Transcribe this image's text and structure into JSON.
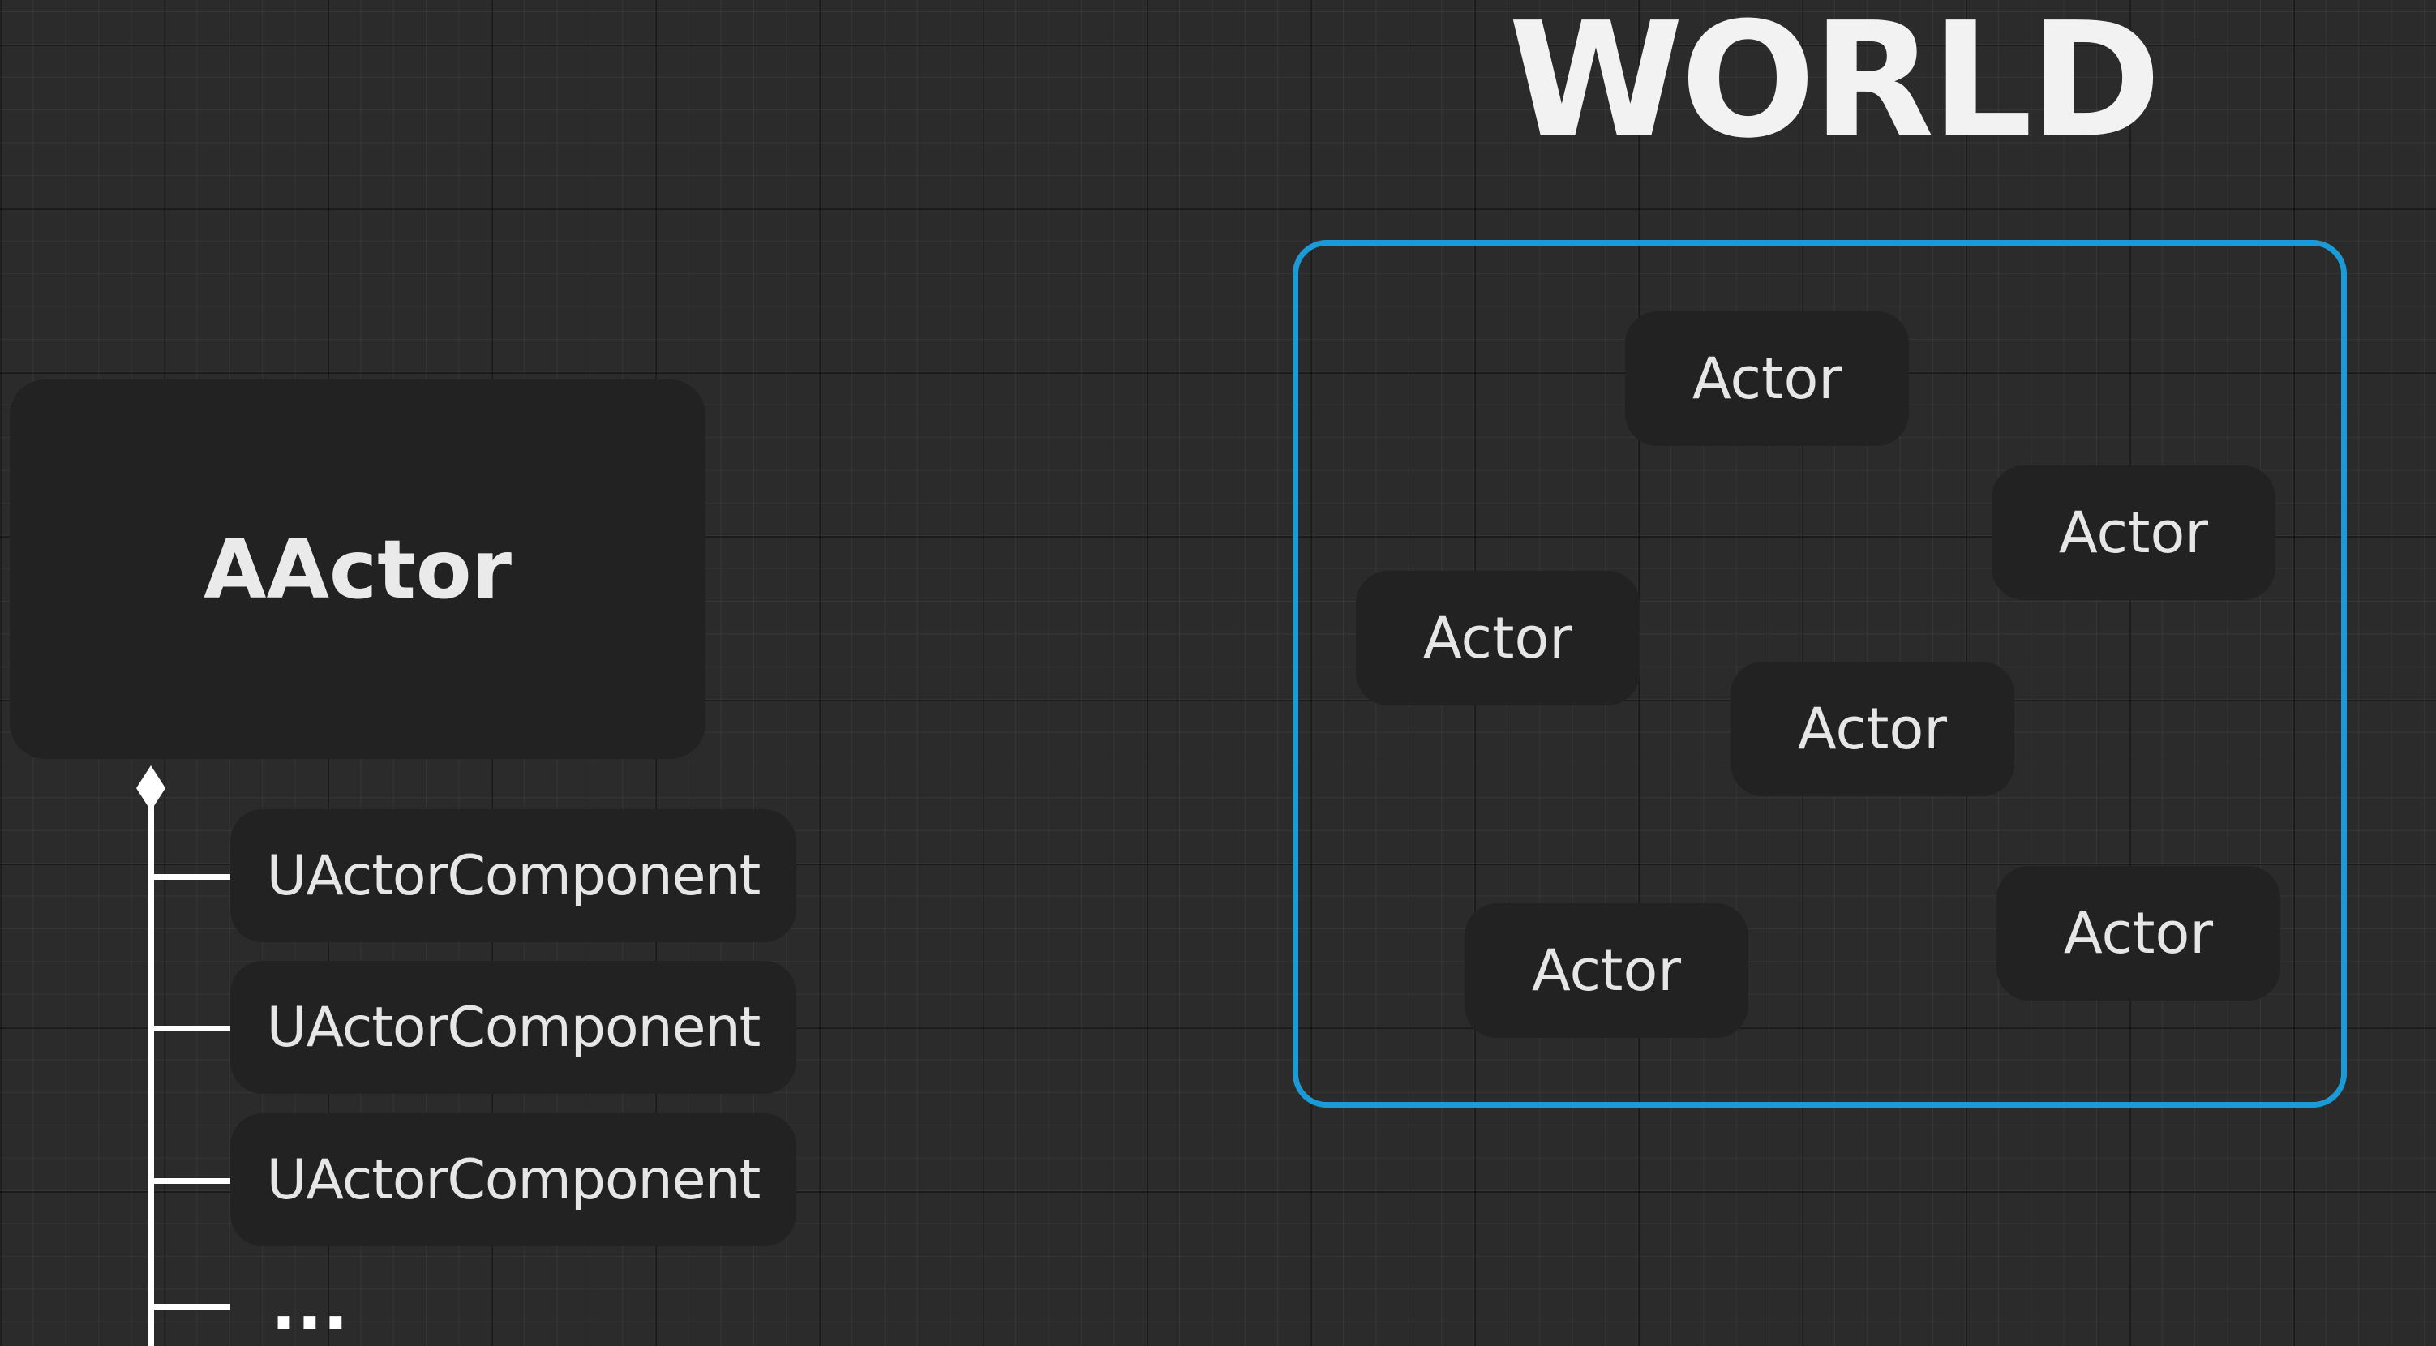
{
  "world": {
    "title": "WORLD",
    "frame_color": "#1a9bd8",
    "actors": [
      {
        "label": "Actor"
      },
      {
        "label": "Actor"
      },
      {
        "label": "Actor"
      },
      {
        "label": "Actor"
      },
      {
        "label": "Actor"
      },
      {
        "label": "Actor"
      }
    ]
  },
  "aactor": {
    "label": "AActor",
    "components": [
      {
        "label": "UActorComponent"
      },
      {
        "label": "UActorComponent"
      },
      {
        "label": "UActorComponent"
      }
    ],
    "more": "..."
  }
}
